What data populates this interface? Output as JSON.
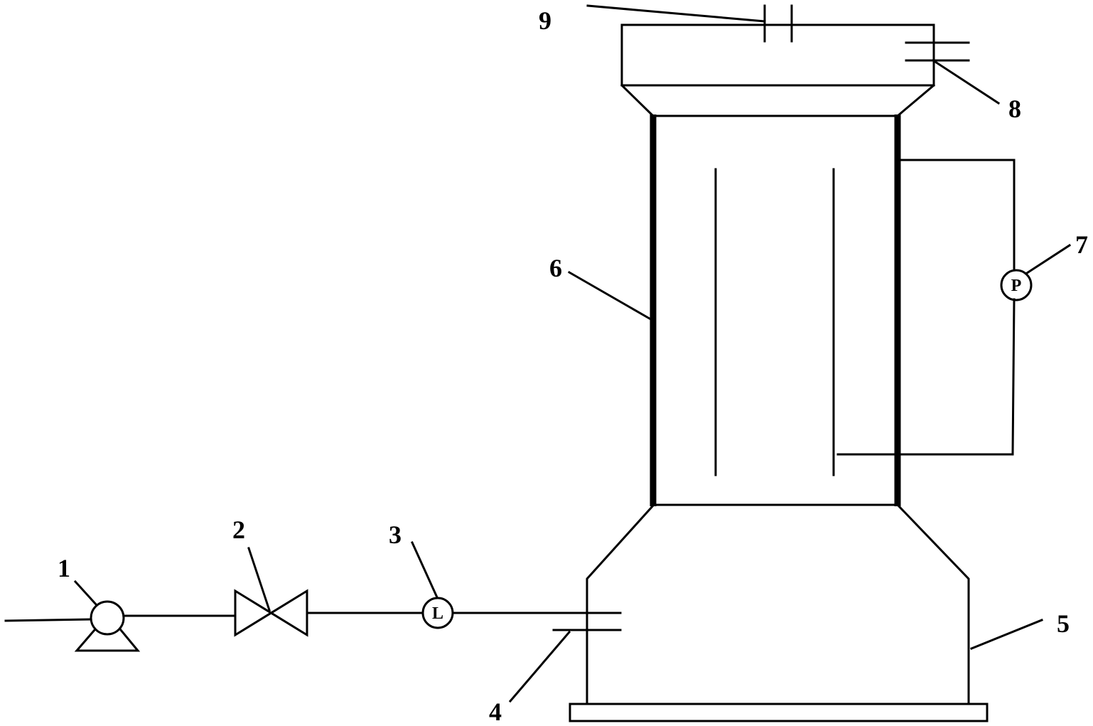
{
  "labels": {
    "l1": "1",
    "l2": "2",
    "l3": "3",
    "l4": "4",
    "l5": "5",
    "l6": "6",
    "l7": "7",
    "l8": "8",
    "l9": "9"
  },
  "instruments": {
    "flow_meter_symbol": "L",
    "pressure_gauge_symbol": "P"
  }
}
